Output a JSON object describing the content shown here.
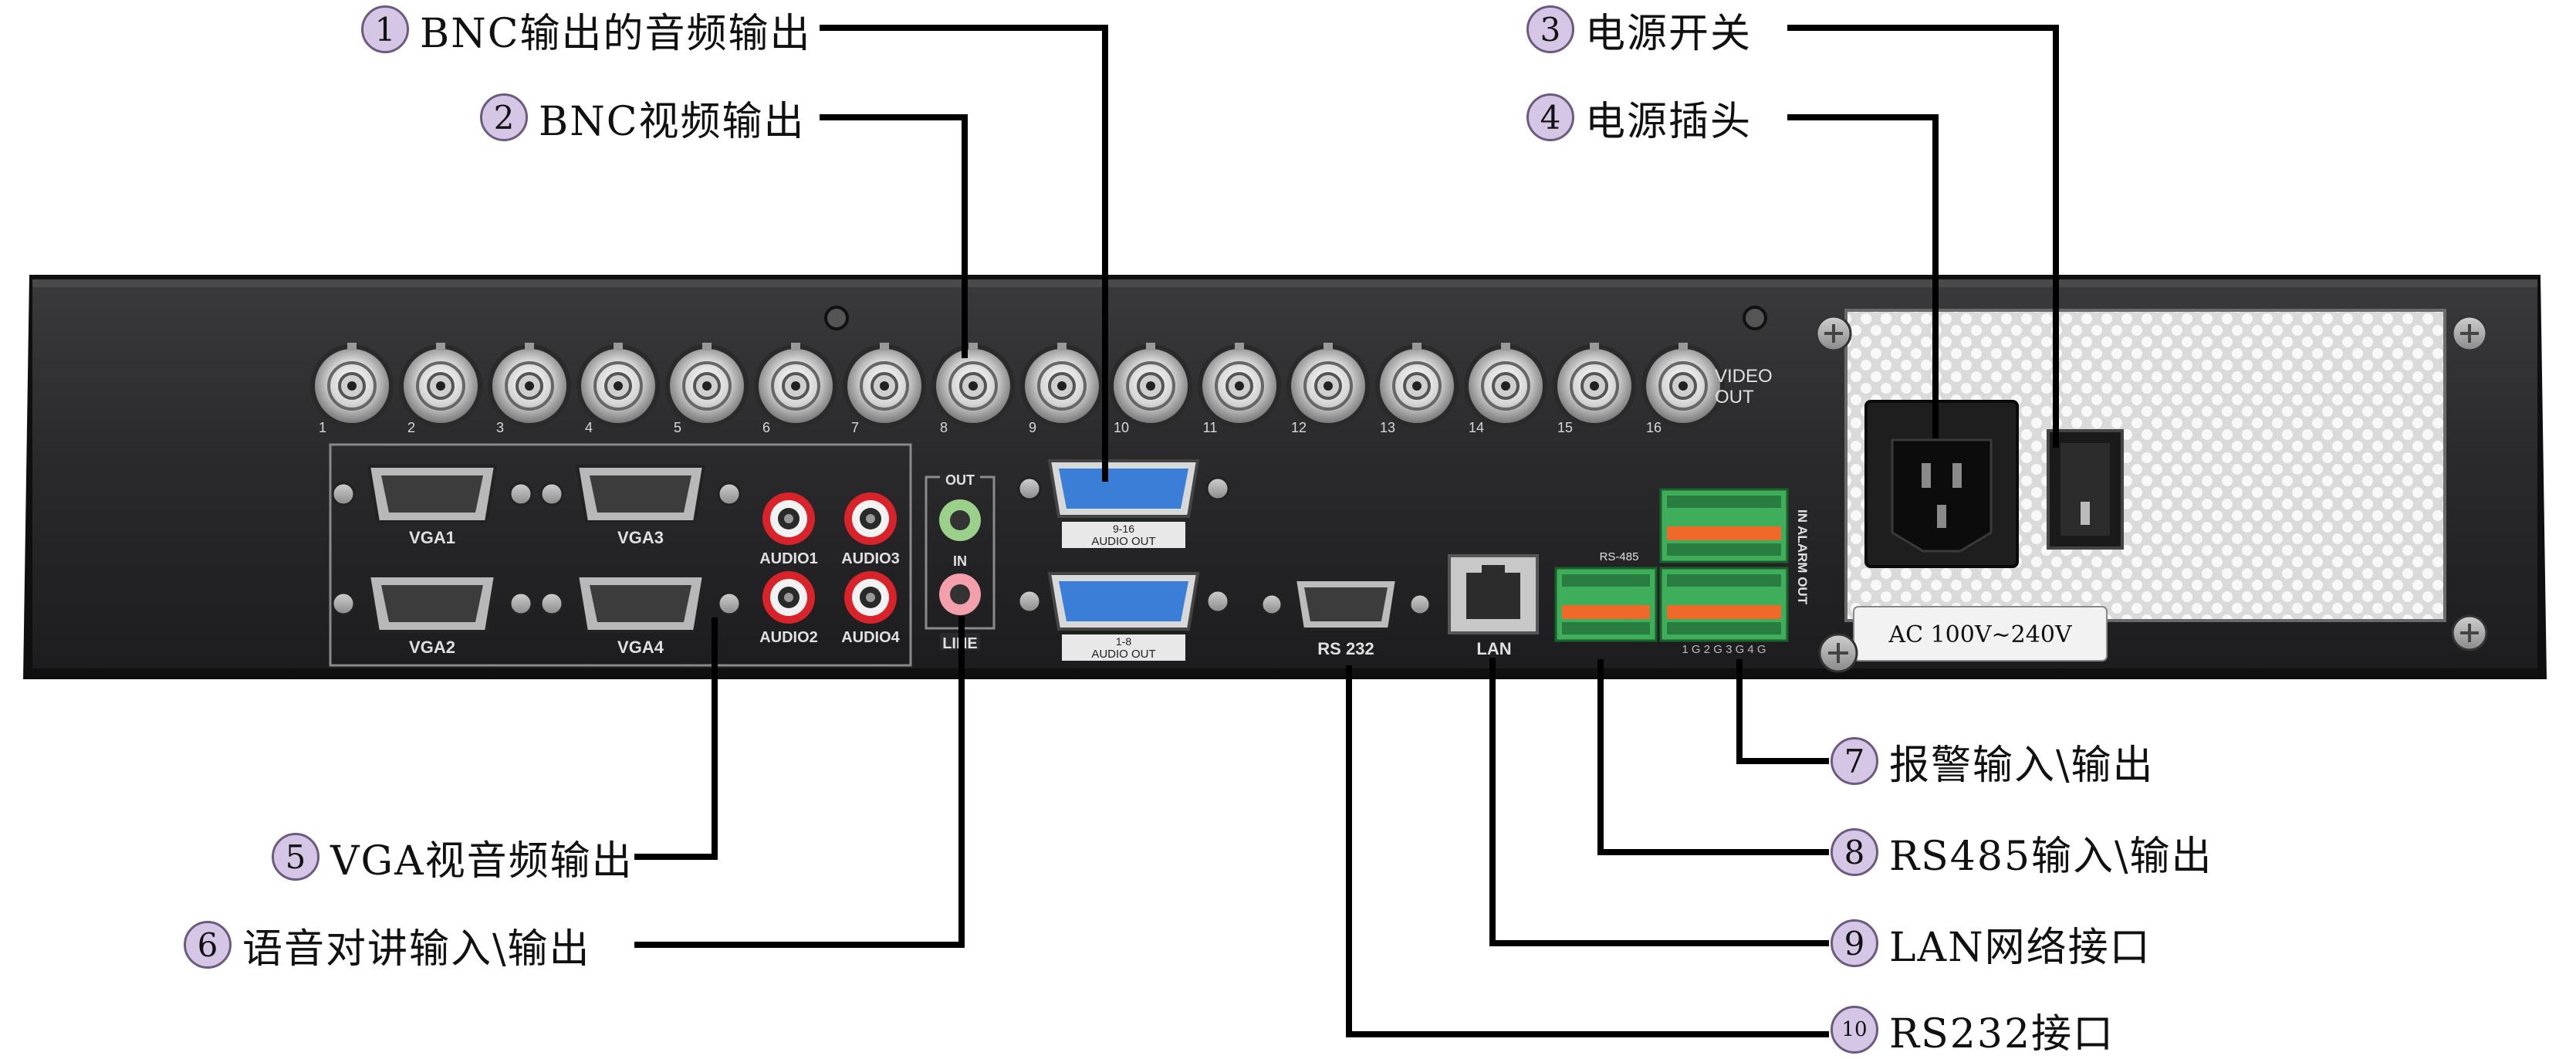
{
  "callouts": [
    {
      "num": "1",
      "label": "BNC输出的音频输出"
    },
    {
      "num": "2",
      "label": "BNC视频输出"
    },
    {
      "num": "3",
      "label": "电源开关"
    },
    {
      "num": "4",
      "label": "电源插头"
    },
    {
      "num": "5",
      "label": "VGA视音频输出"
    },
    {
      "num": "6",
      "label": "语音对讲输入\\输出"
    },
    {
      "num": "7",
      "label": "报警输入\\输出"
    },
    {
      "num": "8",
      "label": "RS485输入\\输出"
    },
    {
      "num": "9",
      "label": "LAN网络接口"
    },
    {
      "num": "10",
      "label": "RS232接口"
    }
  ],
  "device": {
    "bnc_numbers": [
      "1",
      "2",
      "3",
      "4",
      "5",
      "6",
      "7",
      "8",
      "9",
      "10",
      "11",
      "12",
      "13",
      "14",
      "15",
      "16"
    ],
    "video_out_label": [
      "VIDEO",
      "OUT"
    ],
    "vga_labels": [
      "VGA1",
      "VGA3",
      "VGA2",
      "VGA4"
    ],
    "audio_rca_labels": [
      "AUDIO1",
      "AUDIO3",
      "AUDIO2",
      "AUDIO4"
    ],
    "line_labels": {
      "out": "OUT",
      "in": "IN",
      "line": "LINE"
    },
    "db15_upper": {
      "range": "9-16",
      "label": "AUDIO OUT"
    },
    "db15_lower": {
      "range": "1-8",
      "label": "AUDIO OUT"
    },
    "rs232_label": "RS 232",
    "lan_label": "LAN",
    "rs485_label": "RS-485",
    "alarm_label": "IN  ALARM  OUT",
    "alarm_pins": "1 G 2 G 3 G 4 G",
    "ac_label": "AC  100V~240V"
  },
  "colors": {
    "chassis": "#2b2b2d",
    "callout_circle": "#d6c6e6",
    "db15_blue": "#3a7ed8",
    "terminal_green": "#3fae5a",
    "terminal_orange": "#ef6a2a",
    "rca_red": "#d8232a",
    "jack_green": "#9bd08a",
    "jack_pink": "#f3a0ac"
  }
}
